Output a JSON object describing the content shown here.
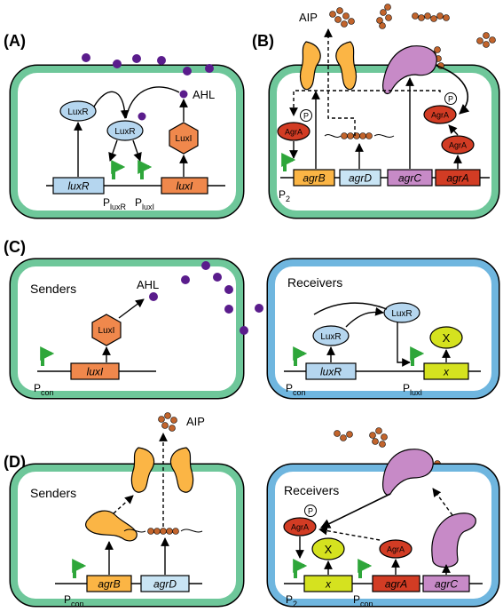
{
  "panels": {
    "A": {
      "label": "(A)",
      "signal": "AHL",
      "proteins": {
        "luxr_free": "LuxR",
        "luxr_bound": "LuxR",
        "luxi": "LuxI"
      },
      "genes": {
        "luxr": "luxR",
        "luxi": "luxI"
      },
      "promoters": {
        "pluxr_main": "P",
        "pluxr_sub": "luxR",
        "pluxi_main": "P",
        "pluxi_sub": "luxI"
      }
    },
    "B": {
      "label": "(B)",
      "signal": "AIP",
      "proteins": {
        "agra_left": "AgrA",
        "agra_right_p": "AgrA",
        "agra_right": "AgrA",
        "phos": "P"
      },
      "genes": {
        "agrb": "agrB",
        "agrd": "agrD",
        "agrc": "agrC",
        "agra": "agrA"
      },
      "promoters": {
        "p2_main": "P",
        "p2_sub": "2"
      }
    },
    "C": {
      "label": "(C)",
      "senders_title": "Senders",
      "receivers_title": "Receivers",
      "signal": "AHL",
      "proteins": {
        "luxi": "LuxI",
        "luxr_free": "LuxR",
        "luxr_bound": "LuxR",
        "x_protein": "X"
      },
      "genes": {
        "luxi": "luxI",
        "luxr": "luxR",
        "x": "x"
      },
      "promoters": {
        "pcon1_main": "P",
        "pcon1_sub": "con",
        "pcon2_main": "P",
        "pcon2_sub": "con",
        "pluxi_main": "P",
        "pluxi_sub": "luxI"
      }
    },
    "D": {
      "label": "(D)",
      "senders_title": "Senders",
      "receivers_title": "Receivers",
      "signal": "AIP",
      "proteins": {
        "agra_p": "AgrA",
        "phos": "P",
        "x_protein": "X",
        "agra": "AgrA"
      },
      "genes": {
        "agrb": "agrB",
        "agrd": "agrD",
        "x": "x",
        "agra": "agrA",
        "agrc": "agrC"
      },
      "promoters": {
        "pcon1_main": "P",
        "pcon1_sub": "con",
        "p2_main": "P",
        "p2_sub": "2",
        "pcon2_main": "P",
        "pcon2_sub": "con"
      }
    }
  },
  "colors": {
    "cell_green": "#6ec79a",
    "cell_blue": "#6fb6df",
    "luxr_fill": "#b5d6ef",
    "luxi_fill": "#f0884c",
    "ahl_purple": "#5a1c8c",
    "agra_fill": "#d23c24",
    "agrb_fill": "#fbb545",
    "agrd_fill": "#c8e4f4",
    "agrc_fill": "#c78ac7",
    "aip_brown": "#c2642c",
    "x_fill": "#d5e21f",
    "promoter_green": "#2ea63a"
  }
}
